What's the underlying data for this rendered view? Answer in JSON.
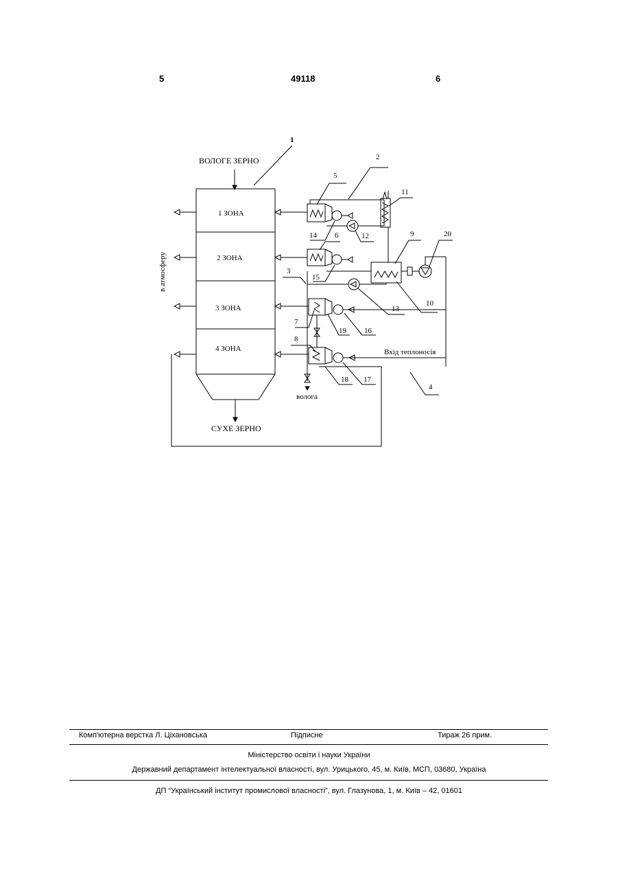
{
  "header": {
    "left_page": "5",
    "patent_number": "49118",
    "right_page": "6"
  },
  "diagram": {
    "input_label": "ВОЛОГЕ ЗЕРНО",
    "output_label": "СУХЕ ЗЕРНО",
    "atmosphere_label": "в атмосферу",
    "zones": [
      "1 ЗОНА",
      "2 ЗОНА",
      "3 ЗОНА",
      "4 ЗОНА"
    ],
    "coolant_inlet_label": "Вхід теплоносія",
    "moisture_label": "волога",
    "callouts": [
      "1",
      "2",
      "3",
      "4",
      "5",
      "6",
      "7",
      "8",
      "9",
      "10",
      "11",
      "12",
      "13",
      "14",
      "15",
      "16",
      "17",
      "18",
      "19",
      "20"
    ]
  },
  "footer": {
    "layout": "Комп'ютерна верстка Л. Ціхановська",
    "signed": "Підписне",
    "circulation": "Тираж 26 прим.",
    "ministry": "Міністерство освіти і науки України",
    "department": "Державний департамент інтелектуальної власності, вул. Урицького, 45, м. Київ, МСП, 03680, Україна",
    "institute": "ДП “Український інститут промислової власності”, вул. Глазунова, 1, м. Київ – 42, 01601"
  }
}
